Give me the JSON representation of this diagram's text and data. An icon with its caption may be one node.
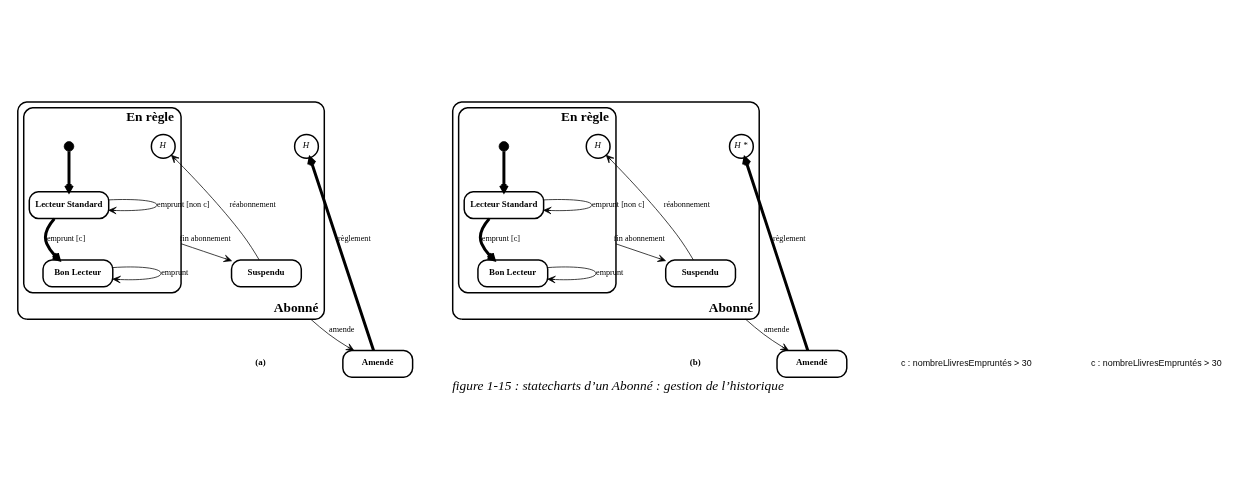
{
  "diagram": {
    "caption": "figure 1-15 : statecharts d’un Abonné : gestion de l’historique",
    "nodes": [
      {
        "text": [
          "Abonné"
        ]
      },
      {
        "text": [
          "En règle"
        ],
        "in": 0
      },
      {
        "text": [
          "Lecteur Standard"
        ],
        "in": 1
      },
      {
        "text": [
          "Bon Lecteur"
        ],
        "in": 1
      },
      {
        "text": [
          "H"
        ],
        "in": 1
      },
      {
        "text": [],
        "shape": "circle",
        "in": 1
      },
      {
        "text": [
          "Suspendu"
        ],
        "in": 0
      },
      {
        "text": [
          "H"
        ],
        "in": 0
      },
      {
        "text": [
          "Amendé"
        ]
      },
      {
        "text": [
          "Abonné"
        ]
      },
      {
        "text": [
          "En règle"
        ],
        "in": 9
      },
      {
        "text": [
          "Lecteur Standard"
        ],
        "in": 10
      },
      {
        "text": [
          "Bon Lecteur"
        ],
        "in": 10
      },
      {
        "text": [
          "H"
        ],
        "in": 10
      },
      {
        "text": [],
        "shape": "circle",
        "in": 10
      },
      {
        "text": [
          "Suspendu"
        ],
        "in": 9
      },
      {
        "text": [
          "H *"
        ],
        "in": 9
      },
      {
        "text": [
          "Amendé"
        ]
      }
    ],
    "edges": [
      {
        "from": 5,
        "to": 2,
        "arrow": "to",
        "style": "thick"
      },
      {
        "from": 2,
        "to": 2,
        "arrow": "to",
        "label": "emprunt [non c]"
      },
      {
        "from": 2,
        "to": 3,
        "arrow": "to",
        "label": "emprunt [c]",
        "style": "thick"
      },
      {
        "from": 3,
        "to": 3,
        "arrow": "to",
        "label": "emprunt"
      },
      {
        "from": 1,
        "to": 6,
        "arrow": "to",
        "label": "fin abonnement"
      },
      {
        "from": 6,
        "to": 4,
        "arrow": "to",
        "label": "réabonnement"
      },
      {
        "from": 0,
        "to": 8,
        "arrow": "to",
        "label": "amende"
      },
      {
        "from": 8,
        "to": 7,
        "arrow": "to",
        "label": "règlement",
        "style": "thick"
      },
      {
        "from": 14,
        "to": 11,
        "arrow": "to",
        "style": "thick"
      },
      {
        "from": 11,
        "to": 11,
        "arrow": "to",
        "label": "emprunt [non c]"
      },
      {
        "from": 11,
        "to": 12,
        "arrow": "to",
        "label": "emprunt [c]",
        "style": "thick"
      },
      {
        "from": 12,
        "to": 12,
        "arrow": "to",
        "label": "emprunt"
      },
      {
        "from": 10,
        "to": 15,
        "arrow": "to",
        "label": "fin abonnement"
      },
      {
        "from": 15,
        "to": 13,
        "arrow": "to",
        "label": "réabonnement"
      },
      {
        "from": 9,
        "to": 17,
        "arrow": "to",
        "label": "amende"
      },
      {
        "from": 17,
        "to": 16,
        "arrow": "to",
        "label": "règlement",
        "style": "thick"
      }
    ],
    "labels": [
      "c : nombreLlivresEmpruntés > 30",
      "(a)",
      "c : nombreLlivresEmpruntés > 30",
      "(b)"
    ]
  }
}
